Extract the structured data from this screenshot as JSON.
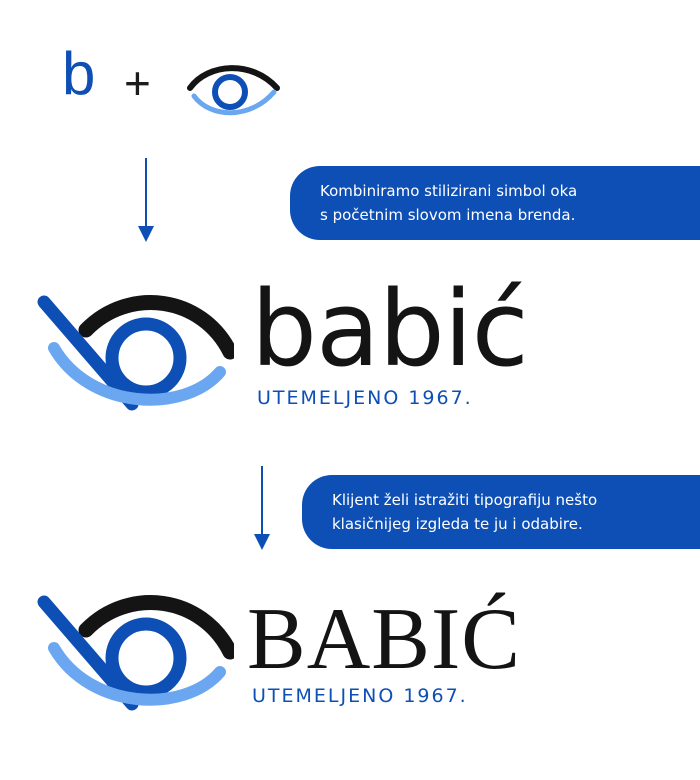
{
  "formula": {
    "letter": "b",
    "plus": "+"
  },
  "callouts": [
    {
      "line1": "Kombiniramo stilizirani simbol oka",
      "line2": "s početnim slovom imena brenda."
    },
    {
      "line1": "Klijent želi istražiti tipografiju nešto",
      "line2": "klasičnijeg izgleda te ju i odabire."
    }
  ],
  "logos": [
    {
      "wordmark": "babić",
      "tagline": "UTEMELJENO 1967."
    },
    {
      "wordmark": "BABIĆ",
      "tagline": "UTEMELJENO 1967."
    }
  ],
  "colors": {
    "brand_blue": "#0d4fb5",
    "light_blue": "#6aa7f0",
    "dark": "#141414"
  }
}
